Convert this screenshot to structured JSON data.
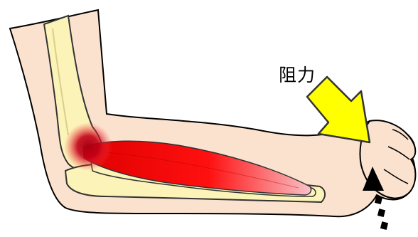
{
  "diagram": {
    "resistance_label": "阻力",
    "colors": {
      "skin": "#fbe2cf",
      "bone": "#fbf3b8",
      "bone_outline": "#333333",
      "muscle_deep": "#e00000",
      "muscle_light": "#f8c2c8",
      "pain_spot": "#a80010",
      "arrow_fill": "#ffff00",
      "arrow_stroke": "#333333",
      "outline": "#000000"
    },
    "icons": [
      "resistance-arrow",
      "push-arrow"
    ]
  }
}
